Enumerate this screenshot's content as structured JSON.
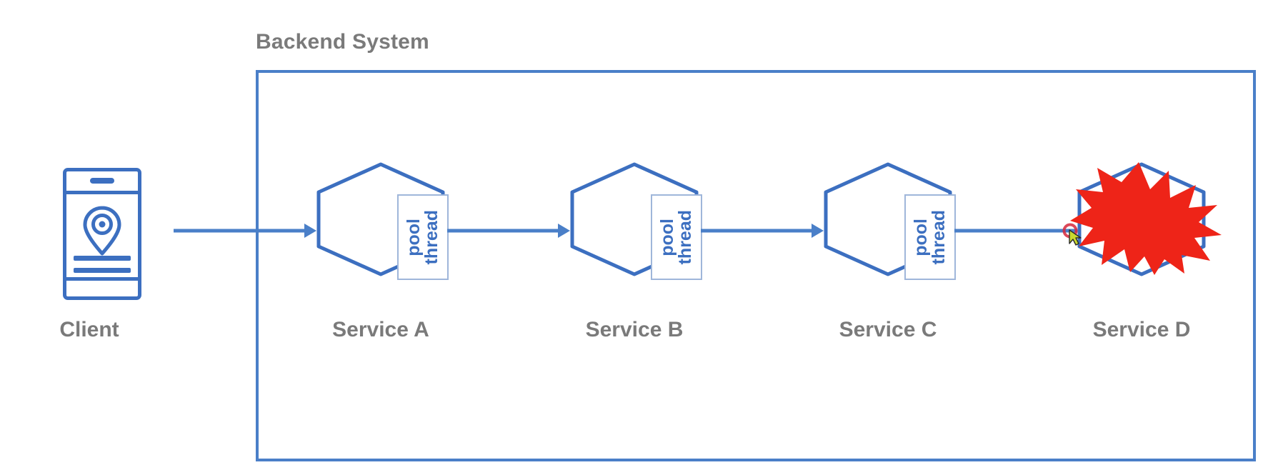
{
  "diagram": {
    "title": "Backend System",
    "background": "#ffffff",
    "colors": {
      "node_stroke": "#3c6fc0",
      "container_stroke": "#4a7fc8",
      "label_text": "#7a7a7a",
      "pool_text": "#3c6fc0",
      "pool_border": "#9fb6da",
      "arrow": "#4a7fc8",
      "explosion_fill": "#ee2418",
      "cursor_ring": "#d6283c",
      "cursor_arrow": "#c9d92e"
    },
    "client": {
      "label": "Client",
      "icon": "mobile-phone-location-pin-icon"
    },
    "services": [
      {
        "id": "a",
        "label": "Service A",
        "pool_line1": "thread",
        "pool_line2": "pool",
        "has_pool": true,
        "failed": false
      },
      {
        "id": "b",
        "label": "Service B",
        "pool_line1": "thread",
        "pool_line2": "pool",
        "has_pool": true,
        "failed": false
      },
      {
        "id": "c",
        "label": "Service C",
        "pool_line1": "thread",
        "pool_line2": "pool",
        "has_pool": true,
        "failed": false
      },
      {
        "id": "d",
        "label": "Service D",
        "pool_line1": "",
        "pool_line2": "",
        "has_pool": false,
        "failed": true
      }
    ],
    "flow": [
      {
        "from": "client",
        "to": "service-a"
      },
      {
        "from": "service-a",
        "to": "service-b"
      },
      {
        "from": "service-b",
        "to": "service-c"
      },
      {
        "from": "service-c",
        "to": "service-d"
      }
    ],
    "failure_marker": {
      "on": "service-d",
      "icon": "explosion-starburst-icon",
      "cursor": "cursor-pointer-icon"
    }
  }
}
